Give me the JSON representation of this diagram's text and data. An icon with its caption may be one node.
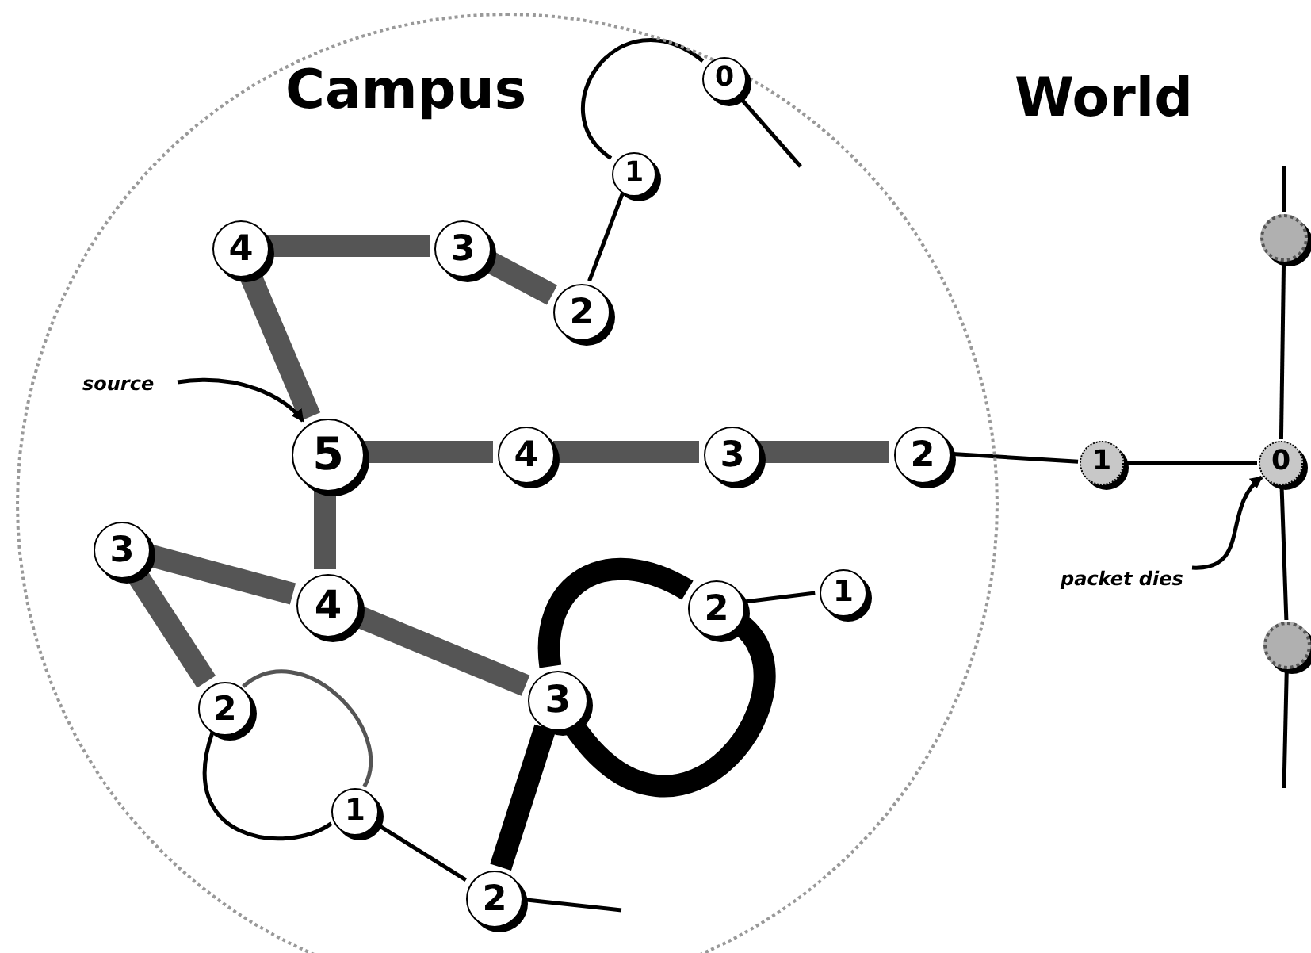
{
  "diagram": {
    "nodes": [
      {
        "text": [
          "Campus"
        ]
      },
      {
        "text": [
          "0"
        ],
        "in": 0
      },
      {
        "text": [
          "1"
        ],
        "in": 0
      },
      {
        "text": [
          "4"
        ],
        "in": 0
      },
      {
        "text": [
          "3"
        ],
        "in": 0
      },
      {
        "text": [
          "2"
        ],
        "in": 0
      },
      {
        "text": [],
        "shape": "circle"
      },
      {
        "text": [
          "source"
        ],
        "in": 0
      },
      {
        "text": [
          "5"
        ],
        "in": 0
      },
      {
        "text": [
          "4"
        ],
        "in": 0
      },
      {
        "text": [
          "3"
        ],
        "in": 0
      },
      {
        "text": [
          "2"
        ],
        "in": 0
      },
      {
        "text": [
          "1"
        ]
      },
      {
        "text": [
          "0"
        ]
      },
      {
        "text": [
          "3"
        ],
        "in": 0
      },
      {
        "text": [
          "4"
        ],
        "in": 0
      },
      {
        "text": [
          "2"
        ],
        "in": 0
      },
      {
        "text": [
          "1"
        ],
        "in": 0
      },
      {
        "text": [
          "packet dies"
        ]
      },
      {
        "text": [],
        "shape": "circle"
      },
      {
        "text": [
          "3"
        ],
        "in": 0
      },
      {
        "text": [
          "2"
        ],
        "in": 0
      },
      {
        "text": [
          "1"
        ],
        "in": 0
      },
      {
        "text": [
          "2"
        ],
        "in": 0
      }
    ],
    "edges": [
      {
        "from": 2,
        "to": 1,
        "arrow": "none"
      },
      {
        "from": 1,
        "to": null,
        "arrow": "none"
      },
      {
        "from": 2,
        "to": 5,
        "arrow": "none"
      },
      {
        "from": 3,
        "to": 4,
        "arrow": "none",
        "style": "thick",
        "color": "#555555"
      },
      {
        "from": 4,
        "to": 5,
        "arrow": "none",
        "style": "thick",
        "color": "#555555"
      },
      {
        "from": 3,
        "to": 8,
        "arrow": "none",
        "style": "thick",
        "color": "#555555"
      },
      {
        "from": 7,
        "to": 8,
        "arrow": "to"
      },
      {
        "from": 8,
        "to": 9,
        "arrow": "none",
        "style": "thick",
        "color": "#555555"
      },
      {
        "from": 9,
        "to": 10,
        "arrow": "none",
        "style": "thick",
        "color": "#555555"
      },
      {
        "from": 10,
        "to": 11,
        "arrow": "none",
        "style": "thick",
        "color": "#555555"
      },
      {
        "from": 11,
        "to": 12,
        "arrow": "none"
      },
      {
        "from": 12,
        "to": 13,
        "arrow": "none"
      },
      {
        "from": null,
        "to": 6,
        "arrow": "none"
      },
      {
        "from": 6,
        "to": 13,
        "arrow": "none"
      },
      {
        "from": 13,
        "to": 19,
        "arrow": "none"
      },
      {
        "from": 19,
        "to": null,
        "arrow": "none"
      },
      {
        "from": 18,
        "to": 13,
        "arrow": "to"
      },
      {
        "from": 8,
        "to": 15,
        "arrow": "none",
        "style": "thick",
        "color": "#555555"
      },
      {
        "from": 14,
        "to": 15,
        "arrow": "none",
        "style": "thick",
        "color": "#555555"
      },
      {
        "from": 15,
        "to": 20,
        "arrow": "none",
        "style": "thick",
        "color": "#555555"
      },
      {
        "from": 14,
        "to": 21,
        "arrow": "none",
        "style": "thick",
        "color": "#555555"
      },
      {
        "from": 20,
        "to": 16,
        "arrow": "none",
        "style": "thick"
      },
      {
        "from": 16,
        "to": 20,
        "arrow": "none",
        "style": "thick"
      },
      {
        "from": 16,
        "to": 17,
        "arrow": "none"
      },
      {
        "from": 21,
        "to": 22,
        "arrow": "none",
        "color": "#555555"
      },
      {
        "from": 21,
        "to": 22,
        "arrow": "none"
      },
      {
        "from": 22,
        "to": 23,
        "arrow": "none"
      },
      {
        "from": 20,
        "to": 23,
        "arrow": "none",
        "style": "thick"
      },
      {
        "from": 23,
        "to": null,
        "arrow": "none"
      }
    ],
    "labels": [
      "World"
    ]
  }
}
